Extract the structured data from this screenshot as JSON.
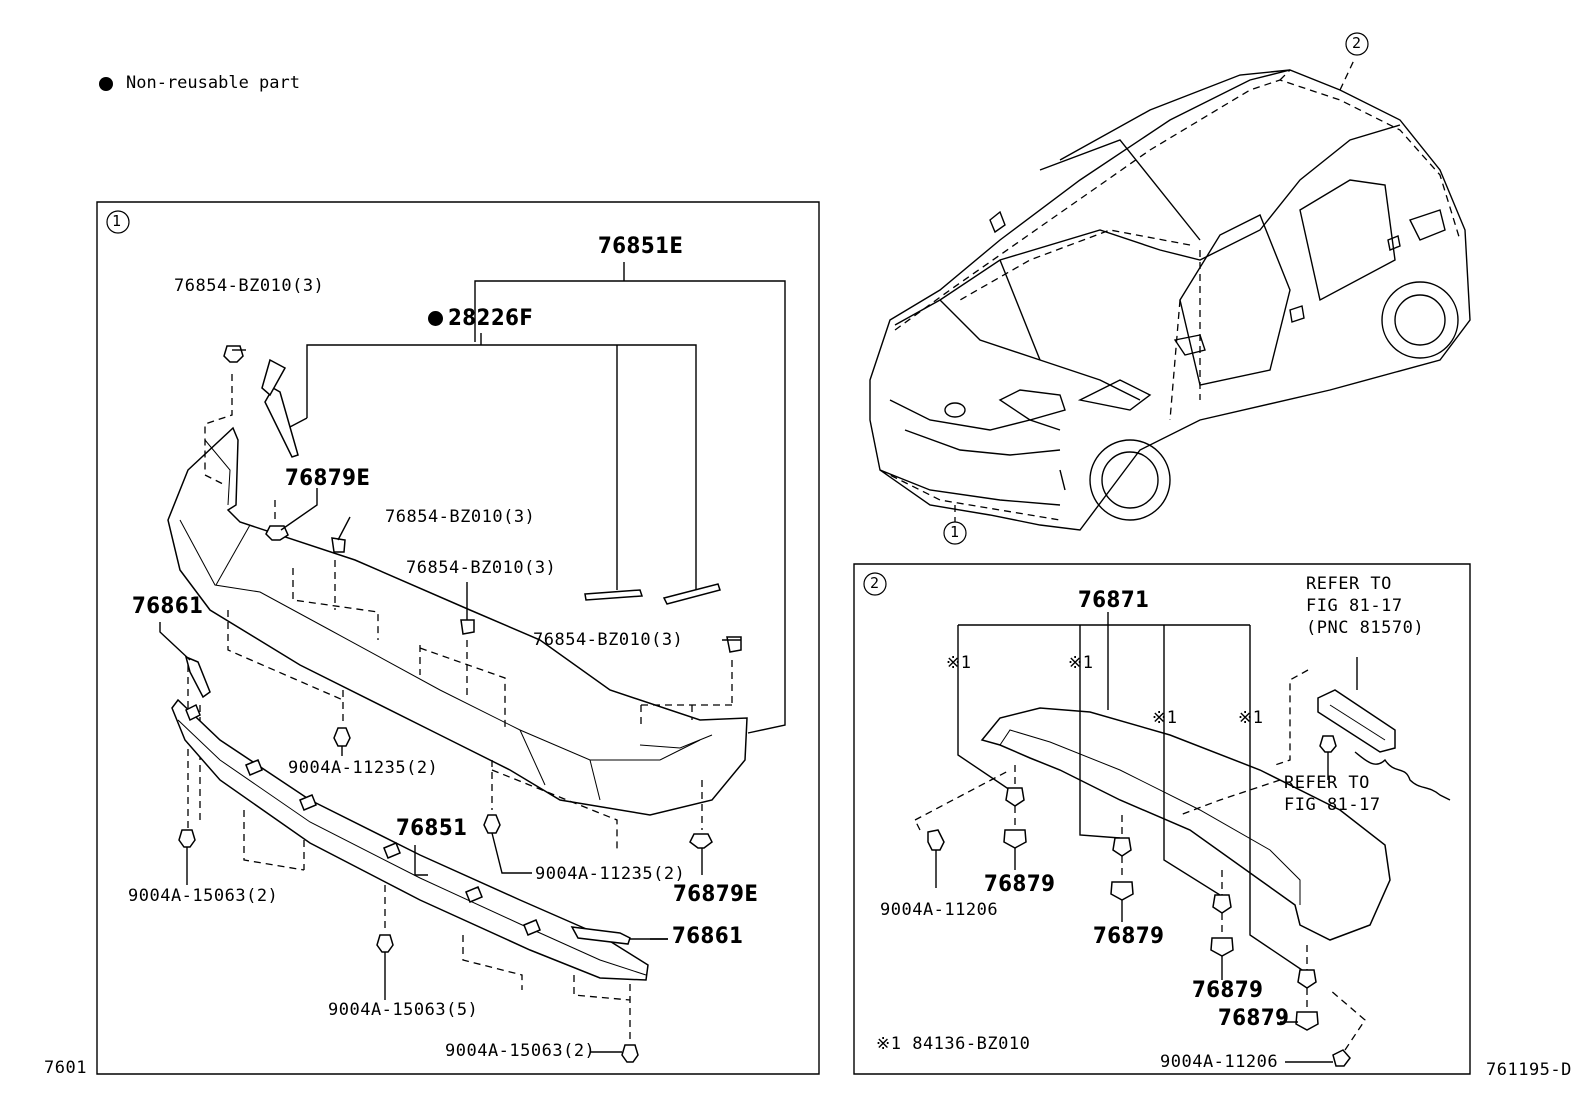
{
  "legend": {
    "text": "Non-reusable part"
  },
  "figure_id": "761195-D",
  "page_ref": "7601",
  "panel1": {
    "marker": "1",
    "labels": {
      "p76851E": "76851E",
      "p28226F": "28226F",
      "p76854_a": "76854-BZ010(3)",
      "p76854_b": "76854-BZ010(3)",
      "p76854_c": "76854-BZ010(3)",
      "p76854_d": "76854-BZ010(3)",
      "p76879E_top": "76879E",
      "p76879E_bottom": "76879E",
      "p76861_left": "76861",
      "p76861_right": "76861",
      "p76851": "76851",
      "p9004A_11235_a": "9004A-11235(2)",
      "p9004A_11235_b": "9004A-11235(2)",
      "p9004A_15063_a": "9004A-15063(2)",
      "p9004A_15063_b": "9004A-15063(5)",
      "p9004A_15063_c": "9004A-15063(2)"
    }
  },
  "overview": {
    "marker_top": "2",
    "marker_bottom": "1"
  },
  "panel2": {
    "marker": "2",
    "labels": {
      "p76871": "76871",
      "x1_a": "※1",
      "x1_b": "※1",
      "x1_c": "※1",
      "x1_d": "※1",
      "p76879_a": "76879",
      "p76879_b": "76879",
      "p76879_c": "76879",
      "p76879_d": "76879",
      "p9004A_11206_a": "9004A-11206",
      "p9004A_11206_b": "9004A-11206",
      "refer1_l1": "REFER TO",
      "refer1_l2": "FIG 81-17",
      "refer1_l3": "(PNC 81570)",
      "refer2_l1": "REFER TO",
      "refer2_l2": "FIG 81-17",
      "footnote": "※1  84136-BZ010"
    }
  }
}
